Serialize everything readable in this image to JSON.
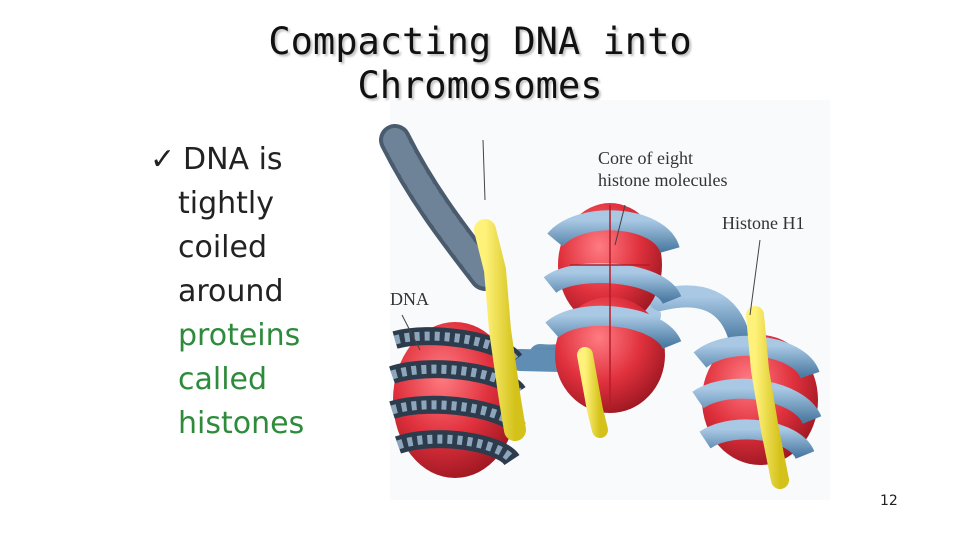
{
  "slide": {
    "title_line1": "Compacting DNA into",
    "title_line2": "Chromosomes",
    "bullet": {
      "check": "✓",
      "lines": [
        "DNA is",
        "tightly",
        "coiled",
        "around"
      ],
      "highlight_lines": [
        "proteins",
        "called",
        "histones"
      ]
    },
    "figure": {
      "label_core_1": "Core of eight",
      "label_core_2": "histone molecules",
      "label_h1": "Histone H1",
      "label_dna": "DNA"
    },
    "page_number": "12"
  },
  "colors": {
    "text": "#222222",
    "highlight": "#2e8b3c",
    "histone_core": "#e0313d",
    "dna_coil": "#6b98bd",
    "histone_h1": "#f2e23a"
  }
}
